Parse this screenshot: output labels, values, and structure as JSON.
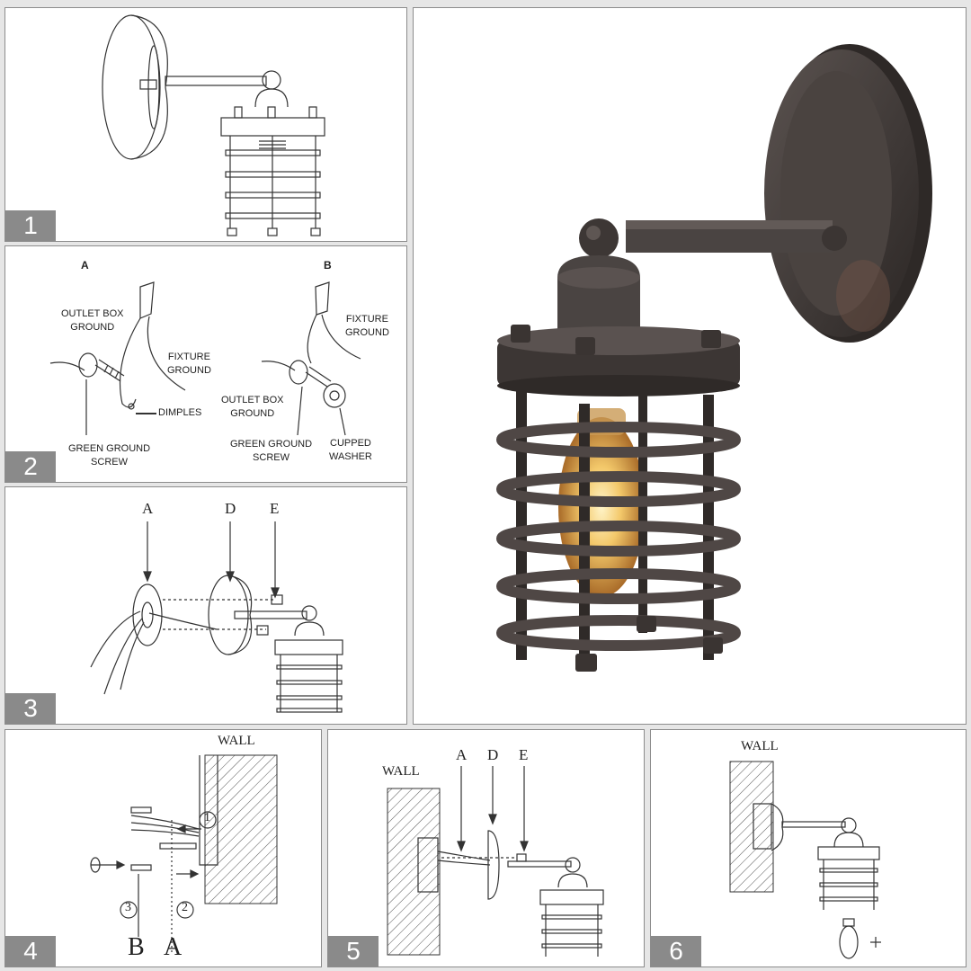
{
  "steps": [
    "1",
    "2",
    "3",
    "4",
    "5",
    "6"
  ],
  "step2": {
    "detail_a": "A",
    "detail_b": "B",
    "a_outlet_box_ground": "OUTLET BOX\nGROUND",
    "a_fixture_ground": "FIXTURE\nGROUND",
    "a_dimples": "DIMPLES",
    "a_green_ground_screw": "GREEN GROUND\nSCREW",
    "b_fixture_ground": "FIXTURE\nGROUND",
    "b_outlet_box_ground": "OUTLET BOX\nGROUND",
    "b_green_ground_screw": "GREEN GROUND\nSCREW",
    "b_cupped_washer": "CUPPED\nWASHER"
  },
  "step3": {
    "label_a": "A",
    "label_d": "D",
    "label_e": "E"
  },
  "step4": {
    "wall": "WALL",
    "circle_1": "1",
    "circle_2": "2",
    "circle_3": "3",
    "label_b": "B",
    "label_a": "A"
  },
  "step5": {
    "wall": "WALL",
    "label_a": "A",
    "label_d": "D",
    "label_e": "E"
  },
  "step6": {
    "wall": "WALL"
  },
  "colors": {
    "metal": "#4a4442",
    "rust": "#6e5246",
    "badge": "#8a8a8a",
    "bulb_glow": "#f3c86a"
  }
}
